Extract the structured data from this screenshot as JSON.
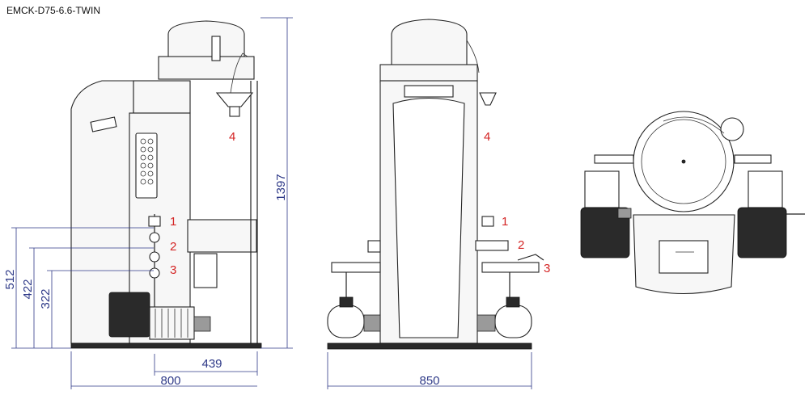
{
  "title": "EMCK-D75-6.6-TWIN",
  "dimensions": {
    "height_total": "1397",
    "height_1": "512",
    "height_2": "422",
    "height_3": "322",
    "depth_inner": "439",
    "depth_total": "800",
    "width_total": "850"
  },
  "markers": {
    "side": [
      "1",
      "2",
      "3",
      "4"
    ],
    "front": [
      "1",
      "2",
      "3",
      "4"
    ]
  },
  "colors": {
    "dimension": "#2f3a88",
    "marker": "#d42424",
    "outline": "#222222"
  }
}
